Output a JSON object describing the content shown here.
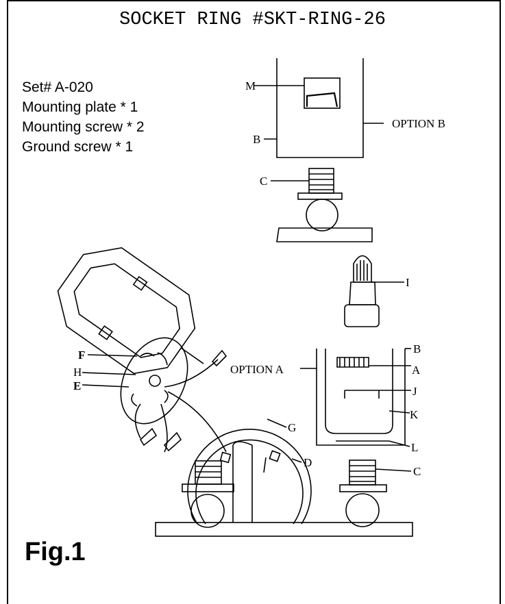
{
  "title": "SOCKET RING #SKT-RING-26",
  "set_info": {
    "set_number": "Set# A-020",
    "items": [
      "Mounting plate * 1",
      "Mounting screw * 2",
      "Ground screw * 1"
    ]
  },
  "figure_label": "Fig.1",
  "labels": {
    "M": "M",
    "B_top": "B",
    "option_b": "OPTION B",
    "C_top": "C",
    "I": "I",
    "B_right": "B",
    "A": "A",
    "option_a": "OPTION A",
    "J": "J",
    "K": "K",
    "L": "L",
    "C_right": "C",
    "D": "D",
    "G": "G",
    "F": "F",
    "H": "H",
    "E": "E"
  }
}
